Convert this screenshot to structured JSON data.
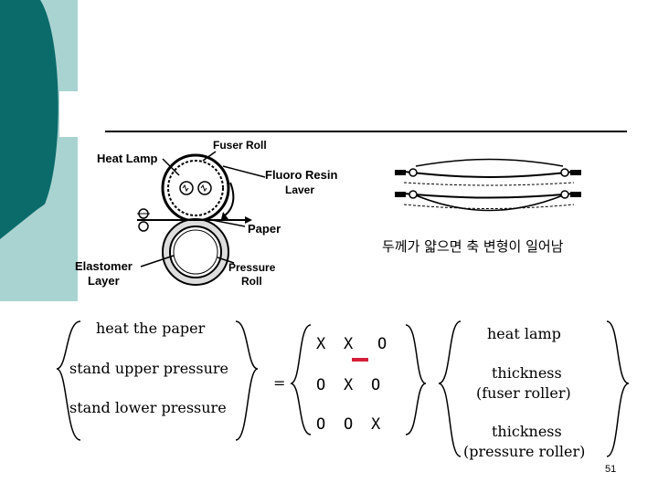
{
  "colors": {
    "teal_dark": "#0b6b6b",
    "teal_light": "#a9d3d1",
    "accent_red": "#d61f3a",
    "ink": "#000000"
  },
  "diagram_left": {
    "fuser_roll": "Fuser Roll",
    "heat_lamp": "Heat Lamp",
    "fluoro_resin_1": "Fluoro Resin",
    "fluoro_resin_2": "Laver",
    "paper": "Paper",
    "elastomer_1": "Elastomer",
    "elastomer_2": "Layer",
    "pressure_1": "Pressure",
    "pressure_2": "Roll"
  },
  "korean_caption": "두께가 얇으면 축 변형이 일어남",
  "left_list": [
    "heat the paper",
    "stand upper pressure",
    "stand lower pressure"
  ],
  "equals": "=",
  "matrix": [
    [
      "X",
      "X",
      "O"
    ],
    [
      "O",
      "X",
      "O"
    ],
    [
      "O",
      "O",
      "X"
    ]
  ],
  "right_list": {
    "item1": "heat  lamp",
    "item2_line1": "thickness",
    "item2_line2": "(fuser roller)",
    "item3_line1": "thickness",
    "item3_line2": "(pressure roller)"
  },
  "page_number": "51"
}
